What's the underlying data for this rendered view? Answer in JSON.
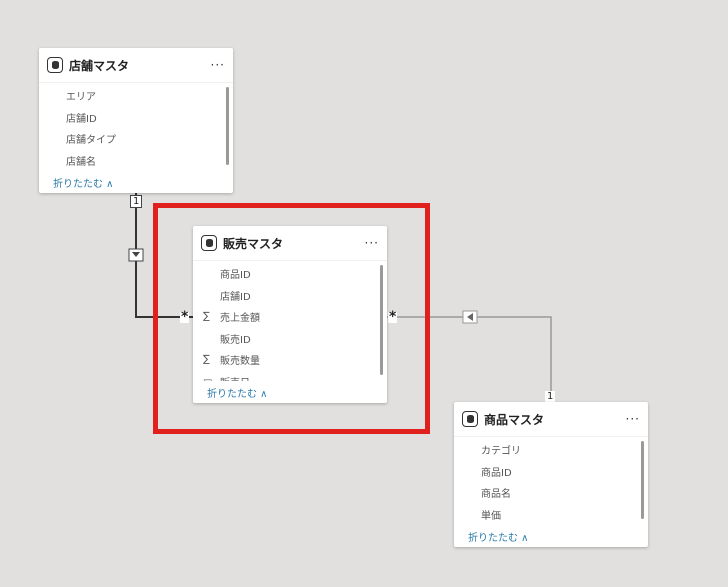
{
  "tables": [
    {
      "title": "店舗マスタ",
      "more": "···",
      "fields": [
        {
          "icon": "",
          "name": "エリア"
        },
        {
          "icon": "",
          "name": "店舗ID"
        },
        {
          "icon": "",
          "name": "店舗タイプ"
        },
        {
          "icon": "",
          "name": "店舗名"
        }
      ],
      "collapse": "折りたたむ ∧"
    },
    {
      "title": "販売マスタ",
      "more": "···",
      "fields": [
        {
          "icon": "",
          "name": "商品ID"
        },
        {
          "icon": "",
          "name": "店舗ID"
        },
        {
          "icon": "∑",
          "name": "売上金額"
        },
        {
          "icon": "",
          "name": "販売ID"
        },
        {
          "icon": "∑",
          "name": "販売数量"
        },
        {
          "icon": "▭",
          "name": "販売日"
        }
      ],
      "collapse": "折りたたむ ∧"
    },
    {
      "title": "商品マスタ",
      "more": "···",
      "fields": [
        {
          "icon": "",
          "name": "カテゴリ"
        },
        {
          "icon": "",
          "name": "商品ID"
        },
        {
          "icon": "",
          "name": "商品名"
        },
        {
          "icon": "",
          "name": "単価"
        }
      ],
      "collapse": "折りたたむ ∧"
    }
  ],
  "relationships": [
    {
      "from_card": "1",
      "to_card": "*"
    },
    {
      "from_card": "*",
      "to_card": "1"
    }
  ],
  "colors": {
    "highlight": "#e0201c",
    "link": "#2a7aa8"
  }
}
